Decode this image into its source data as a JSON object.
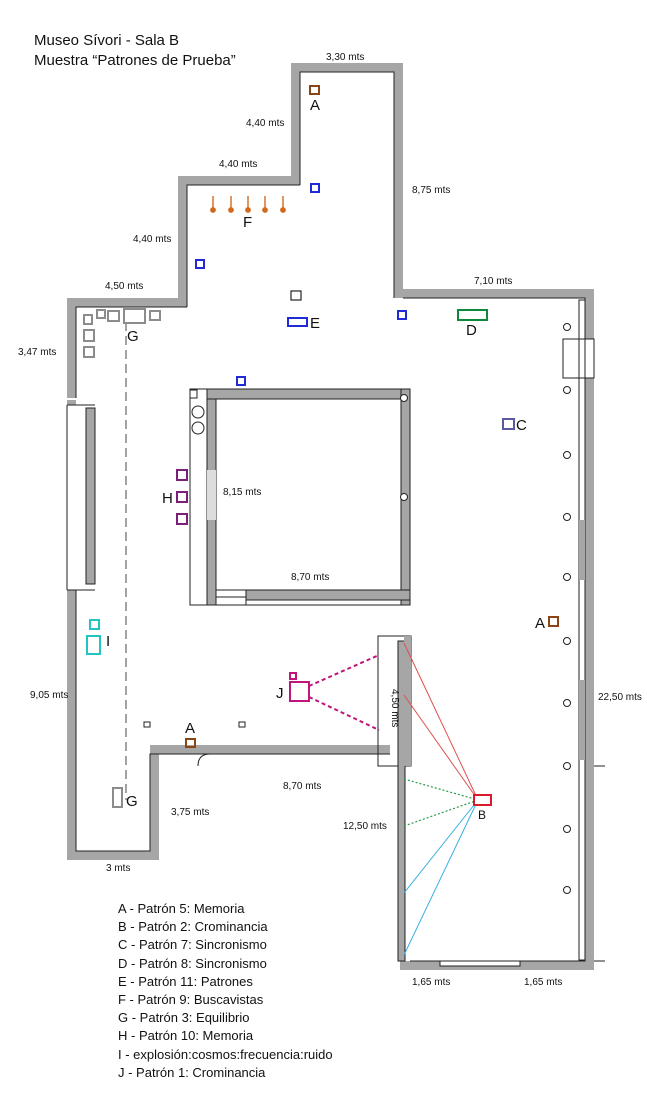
{
  "header": {
    "title": "Museo Sívori - Sala B",
    "subtitle": "Muestra “Patrones de Prueba”"
  },
  "dimensions": {
    "top_330": "3,30 mts",
    "d440_a": "4,40 mts",
    "d440_b": "4,40 mts",
    "d440_c": "4,40 mts",
    "d450_top": "4,50 mts",
    "d347": "3,47 mts",
    "d875": "8,75 mts",
    "d710": "7,10 mts",
    "d815": "8,15 mts",
    "d870_room": "8,70 mts",
    "d450_vert": "4,50 mts",
    "d905": "9,05 mts",
    "d2250": "22,50 mts",
    "d870_bottom": "8,70 mts",
    "d375": "3,75 mts",
    "d1250": "12,50 mts",
    "d3": "3 mts",
    "d165_a": "1,65 mts",
    "d165_b": "1,65 mts"
  },
  "markers": {
    "a_top": "A",
    "a_right": "A",
    "a_bottom": "A",
    "b": "B",
    "c": "C",
    "d": "D",
    "e": "E",
    "f": "F",
    "g_top": "G",
    "g_bottom": "G",
    "h": "H",
    "i": "I",
    "j": "J"
  },
  "legend": [
    "A - Patrón 5: Memoria",
    "B - Patrón 2: Crominancia",
    "C - Patrón 7: Sincronismo",
    "D - Patrón 8: Sincronismo",
    "E - Patrón 11: Patrones",
    "F - Patrón 9: Buscavistas",
    "G - Patrón 3: Equilibrio",
    "H - Patrón 10: Memoria",
    "I  - explosión:cosmos:frecuencia:ruido",
    "J  - Patrón 1: Crominancia"
  ],
  "colors": {
    "wall": "#a6a6a6",
    "a": "#8b4513",
    "b": "#d81b2a",
    "c": "#5a5aa0",
    "d": "#0a8a3a",
    "e": "#1f2ad8",
    "f": "#d2691e",
    "g": "#8c8c8c",
    "h": "#7a1f7a",
    "i": "#23c4c4",
    "j": "#c0157a"
  }
}
